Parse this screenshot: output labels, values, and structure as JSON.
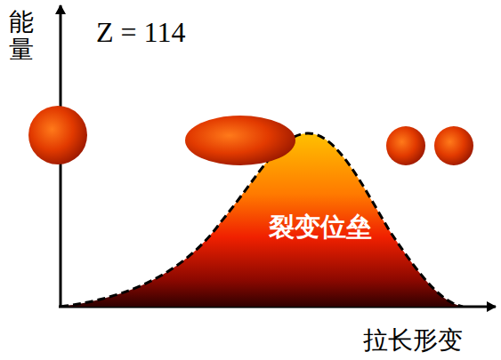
{
  "diagram": {
    "nodes": [
      {
        "text": [
          "裂变位垒"
        ]
      }
    ],
    "labels": [
      "能量",
      "Z = 114",
      "拉长形变"
    ]
  }
}
